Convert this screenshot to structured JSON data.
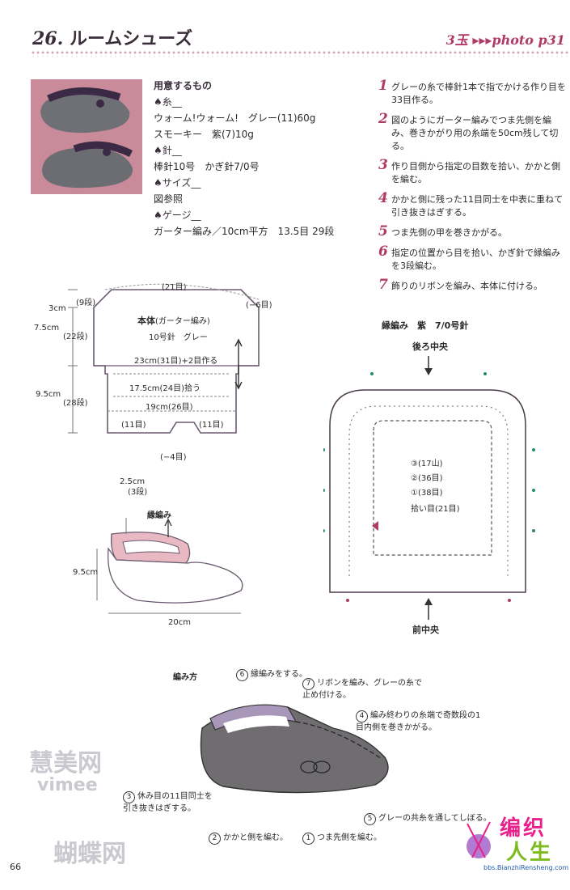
{
  "header": {
    "number": "26.",
    "title": "ルームシューズ",
    "reference": "3玉 ▸▸▸photo p31"
  },
  "materials": {
    "heading": "用意するもの",
    "yarn_title": "♠糸__",
    "yarn_line1": "ウォーム!ウォーム!　グレー(11)60g",
    "yarn_line2": "スモーキー　紫(7)10g",
    "needle_title": "♠針__",
    "needle_line": "棒針10号　かぎ針7/0号",
    "size_title": "♠サイズ__",
    "size_line": "図参照",
    "gauge_title": "♠ゲージ__",
    "gauge_line": "ガーター編み／10cm平方　13.5目 29段"
  },
  "steps": [
    {
      "num": "1",
      "text": "グレーの糸で棒針1本で指でかける作り目を33目作る。"
    },
    {
      "num": "2",
      "text": "図のようにガーター編みでつま先側を編み、巻きかがり用の糸端を50cm残して切る。"
    },
    {
      "num": "3",
      "text": "作り目側から指定の目数を拾い、かかと側を編む。"
    },
    {
      "num": "4",
      "text": "かかと側に残った11目同士を中表に重ねて引き抜きはぎする。"
    },
    {
      "num": "5",
      "text": "つま先側の甲を巻きかがる。"
    },
    {
      "num": "6",
      "text": "指定の位置から目を拾い、かぎ針で縁編みを3段編む。"
    },
    {
      "num": "7",
      "text": "飾りのリボンを編み、本体に付ける。"
    }
  ],
  "diagram1": {
    "top_count": "(21目)",
    "dec6": "(−6目)",
    "h1_cm": "3cm",
    "h1_rows": "(9段)",
    "h2_cm": "7.5cm",
    "h2_rows": "(22段)",
    "h3_cm": "9.5cm",
    "h3_rows": "(28段)",
    "body_title": "本体",
    "body_sub": "(ガーター編み)",
    "needle": "10号針　グレー",
    "cast_on": "23cm(31目)+2目作る",
    "pickup": "17.5cm(24目)拾う",
    "width19": "19cm(26目)",
    "left11": "(11目)",
    "right11": "(11目)",
    "dec4": "(−4目)"
  },
  "diagram2": {
    "h_cm": "2.5cm",
    "h_rows": "(3段)",
    "edge_label": "縁編み",
    "side_cm": "9.5cm",
    "length_cm": "20cm"
  },
  "chart": {
    "title": "縁編み　紫　7/0号針",
    "back_center": "後ろ中央",
    "front_center": "前中央",
    "r3": "(17山)",
    "r2": "(36目)",
    "r1": "(38目)",
    "pickup": "拾い目(21目)",
    "c3": "③",
    "c2": "②",
    "c1": "①"
  },
  "howto": {
    "title": "編み方",
    "n6": "6",
    "a6": "縁編みをする。",
    "n7": "7",
    "a7": "リボンを編み、グレーの糸で止め付ける。",
    "n4": "4",
    "a4": "編み終わりの糸端で奇数段の1目内側を巻きかがる。",
    "n3": "3",
    "a3": "休み目の11目同士を引き抜きはぎする。",
    "n5": "5",
    "a5": "グレーの共糸を通してしぼる。",
    "n2": "2",
    "a2": "かかと側を編む。",
    "n1": "1",
    "a1": "つま先側を編む。"
  },
  "page_number": "66",
  "watermarks": {
    "w1": "慧美网",
    "w2": "vimee",
    "w3": "蝴蝶网"
  },
  "logo": {
    "line1": "编织",
    "line2": "人生",
    "url": "bbs.BianzhiRensheng.com"
  },
  "colors": {
    "accent": "#b03a66",
    "purple": "#8a7f9a",
    "edge_pink": "#e8b9c3",
    "grey": "#6f6d70"
  }
}
